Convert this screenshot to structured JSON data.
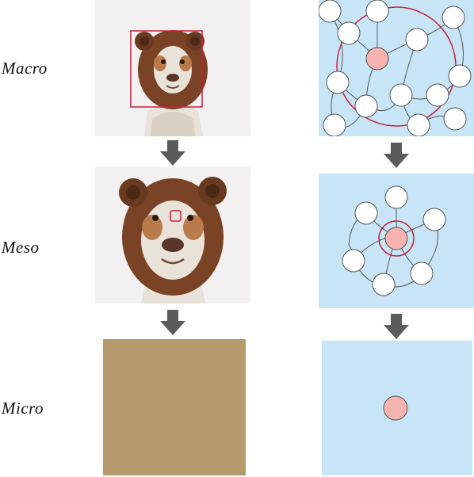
{
  "levels": [
    {
      "key": "macro",
      "label": "Macro"
    },
    {
      "key": "meso",
      "label": "Meso"
    },
    {
      "key": "micro",
      "label": "Micro"
    }
  ],
  "colors": {
    "graph_bg": "#c7e5f6",
    "photo_bg": "#f2f0f0",
    "focus_node": "#f7b3b0",
    "highlight": "#c8203a",
    "edge": "#555555",
    "arrow": "#5b5b5b",
    "fur": "#7a4326",
    "texture": "#b59a6d"
  },
  "icons": {
    "dog_photo": "dog-in-bear-hat-photo",
    "arrow": "down-arrow-icon"
  }
}
